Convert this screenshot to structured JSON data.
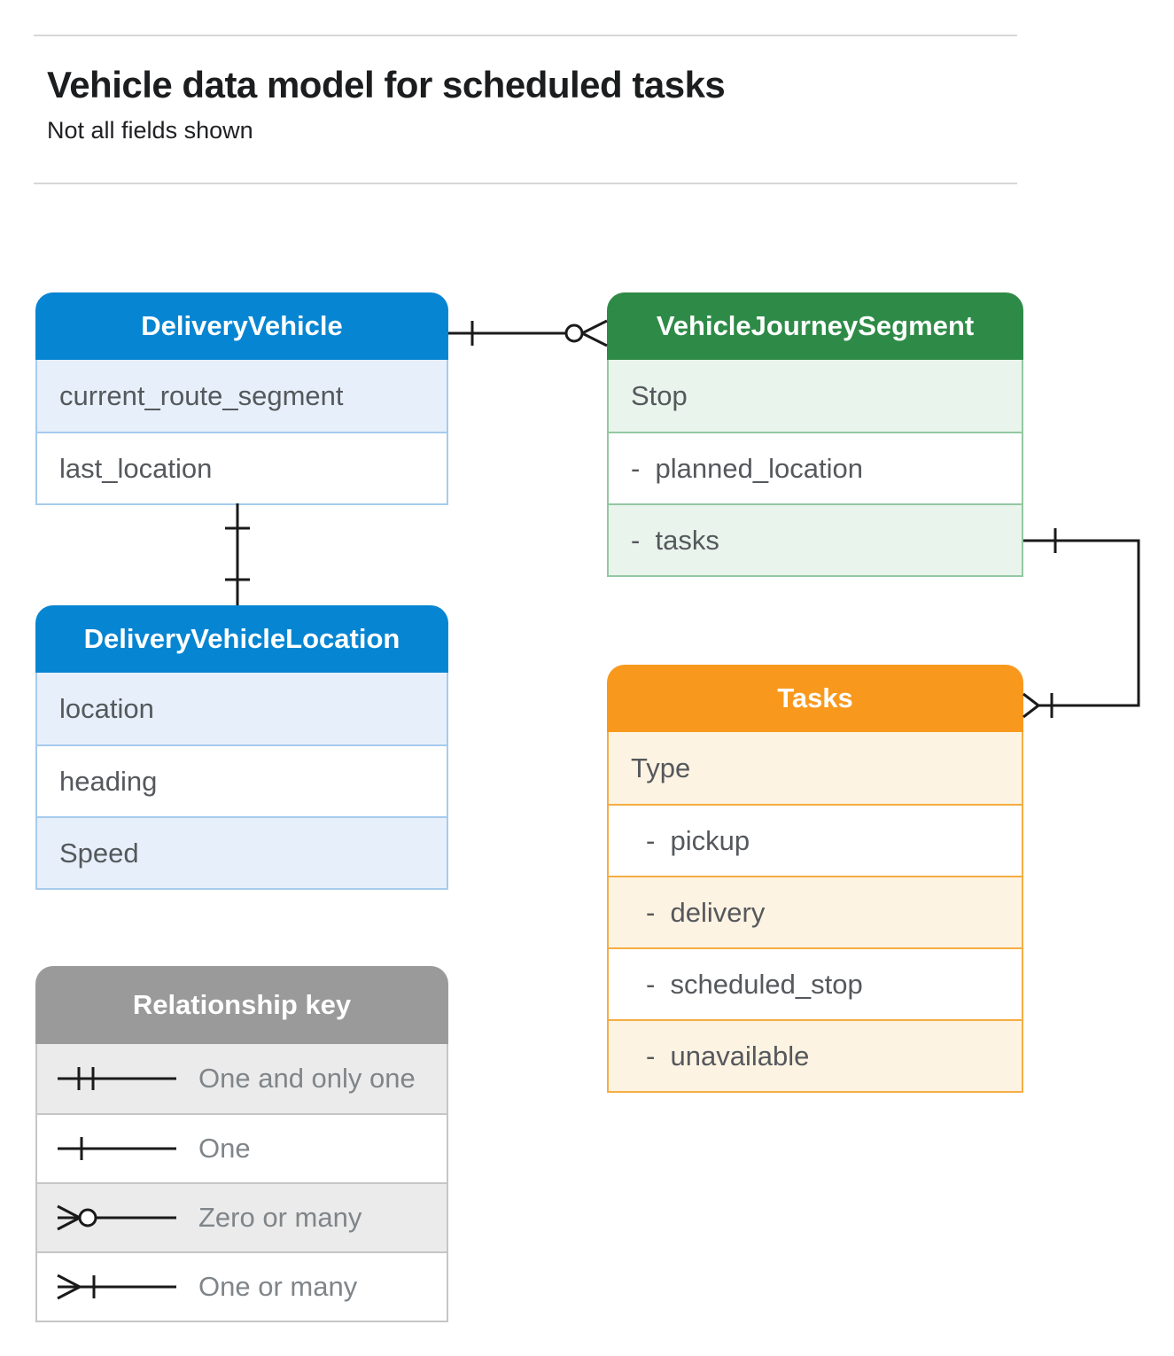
{
  "page": {
    "title": "Vehicle data model for scheduled tasks",
    "subtitle": "Not all fields shown"
  },
  "colors": {
    "blue_header": "#0685d2",
    "blue_row": "#e7f0fa",
    "green_header": "#2e8b47",
    "green_row": "#e9f4ec",
    "orange_header": "#f8991d",
    "orange_row": "#fdf3e2",
    "gray_header": "#9a9a9a",
    "gray_row": "#ebebeb",
    "connector": "#1a1a1a"
  },
  "entities": [
    {
      "name": "DeliveryVehicle",
      "theme": "blue",
      "rows": [
        {
          "label": "current_route_segment"
        },
        {
          "label": "last_location"
        }
      ]
    },
    {
      "name": "VehicleJourneySegment",
      "theme": "green",
      "rows": [
        {
          "label": "Stop"
        },
        {
          "label": "-  planned_location"
        },
        {
          "label": "-  tasks"
        }
      ]
    },
    {
      "name": "DeliveryVehicleLocation",
      "theme": "blue",
      "rows": [
        {
          "label": "location"
        },
        {
          "label": "heading"
        },
        {
          "label": "Speed"
        }
      ]
    },
    {
      "name": "Tasks",
      "theme": "orange",
      "rows": [
        {
          "label": "Type"
        },
        {
          "label": "-  pickup"
        },
        {
          "label": "-  delivery"
        },
        {
          "label": "-  scheduled_stop"
        },
        {
          "label": "-  unavailable"
        }
      ]
    }
  ],
  "relationships": [
    {
      "from": "DeliveryVehicle",
      "to": "VehicleJourneySegment",
      "from_cardinality": "one",
      "to_cardinality": "zero-or-many"
    },
    {
      "from": "DeliveryVehicle",
      "to": "DeliveryVehicleLocation",
      "from_cardinality": "one",
      "to_cardinality": "one"
    },
    {
      "from": "VehicleJourneySegment.tasks",
      "to": "Tasks",
      "from_cardinality": "one",
      "to_cardinality": "one-or-many"
    }
  ],
  "key": {
    "title": "Relationship key",
    "rows": [
      {
        "symbol": "one-and-only-one",
        "label": "One and only one"
      },
      {
        "symbol": "one",
        "label": "One"
      },
      {
        "symbol": "zero-or-many",
        "label": "Zero or many"
      },
      {
        "symbol": "one-or-many",
        "label": "One or many"
      }
    ]
  }
}
